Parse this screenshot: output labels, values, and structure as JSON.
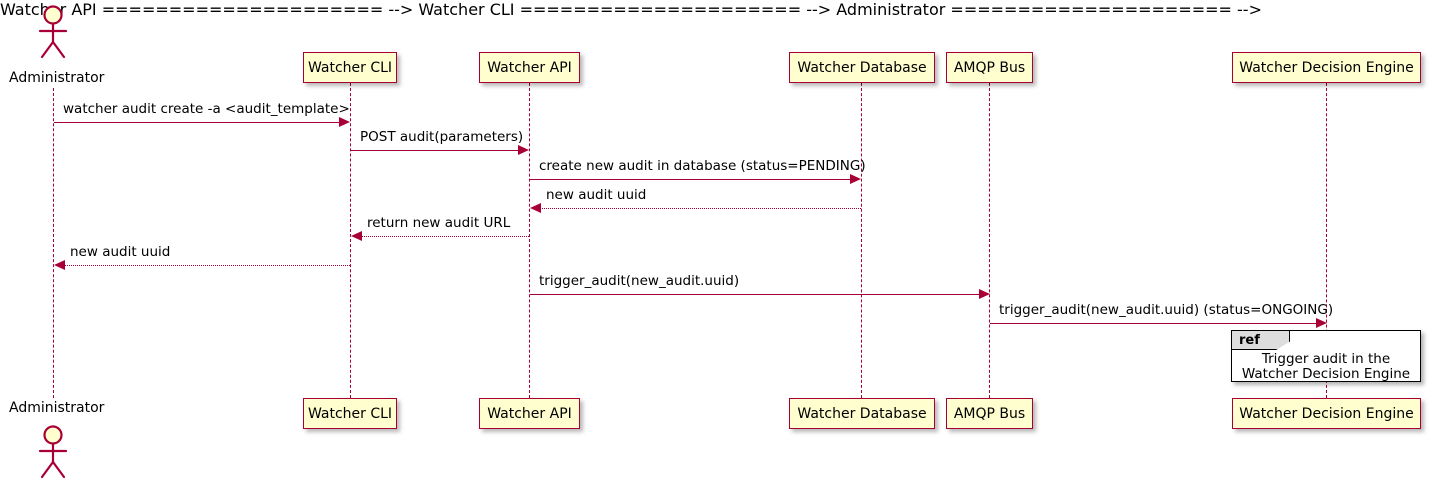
{
  "diagram": {
    "type": "uml-sequence-diagram",
    "colors": {
      "participant_fill": "#FEFECE",
      "participant_border": "#A80036",
      "message_line": "#A80036",
      "text": "#000000",
      "ref_tab_fill": "#DDDDDD",
      "ref_border": "#000000",
      "background": "#FFFFFF"
    },
    "actors": [
      {
        "id": "administrator",
        "label": "Administrator",
        "kind": "actor"
      }
    ],
    "participants": [
      {
        "id": "watcher-cli",
        "label": "Watcher CLI",
        "kind": "participant"
      },
      {
        "id": "watcher-api",
        "label": "Watcher API",
        "kind": "participant"
      },
      {
        "id": "watcher-database",
        "label": "Watcher Database",
        "kind": "participant"
      },
      {
        "id": "amqp-bus",
        "label": "AMQP Bus",
        "kind": "participant"
      },
      {
        "id": "watcher-decision-engine",
        "label": "Watcher Decision Engine",
        "kind": "participant"
      }
    ],
    "messages": [
      {
        "id": "m1",
        "from": "administrator",
        "to": "watcher-cli",
        "label": "watcher audit create -a <audit_template>",
        "style": "solid",
        "direction": "right"
      },
      {
        "id": "m2",
        "from": "watcher-cli",
        "to": "watcher-api",
        "label": "POST audit(parameters)",
        "style": "solid",
        "direction": "right"
      },
      {
        "id": "m3",
        "from": "watcher-api",
        "to": "watcher-database",
        "label": "create new audit in database (status=PENDING)",
        "style": "solid",
        "direction": "right"
      },
      {
        "id": "m4",
        "from": "watcher-database",
        "to": "watcher-api",
        "label": "new audit uuid",
        "style": "dotted",
        "direction": "left"
      },
      {
        "id": "m5",
        "from": "watcher-api",
        "to": "watcher-cli",
        "label": "return new audit URL",
        "style": "dotted",
        "direction": "left"
      },
      {
        "id": "m6",
        "from": "watcher-cli",
        "to": "administrator",
        "label": "new audit uuid",
        "style": "dotted",
        "direction": "left"
      },
      {
        "id": "m7",
        "from": "watcher-api",
        "to": "amqp-bus",
        "label": "trigger_audit(new_audit.uuid)",
        "style": "solid",
        "direction": "right"
      },
      {
        "id": "m8",
        "from": "amqp-bus",
        "to": "watcher-decision-engine",
        "label": "trigger_audit(new_audit.uuid) (status=ONGOING)",
        "style": "solid",
        "direction": "right"
      }
    ],
    "fragments": [
      {
        "id": "ref-trigger-audit",
        "kind": "ref",
        "tab_label": "ref",
        "body_lines": [
          "Trigger audit in the",
          "Watcher Decision Engine"
        ]
      }
    ]
  }
}
